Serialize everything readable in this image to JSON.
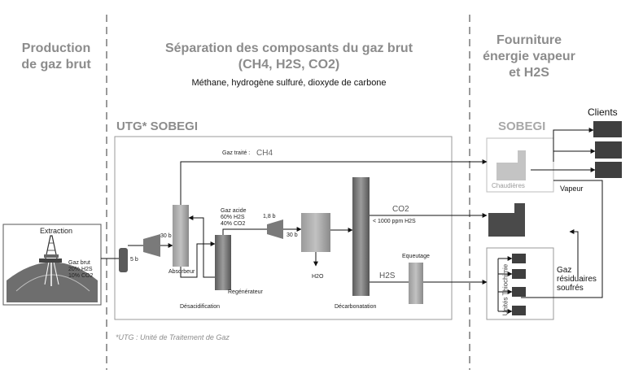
{
  "sections": {
    "production": [
      "Production",
      "de gaz brut"
    ],
    "separation": [
      "Séparation des composants du gaz brut",
      "(CH4, H2S, CO2)"
    ],
    "separation_desc": "Méthane, hydrogène sulfuré, dioxyde de carbone",
    "fourniture": [
      "Fourniture",
      "énergie vapeur",
      "et H2S"
    ]
  },
  "utg_title": "UTG* SOBEGI",
  "sobegi_title": "SOBEGI",
  "footnote": "*UTG : Unité de Traitement de Gaz",
  "labels": {
    "extraction": "Extraction",
    "gaz_brut": [
      "Gaz brut",
      "20% H2S",
      "10% CO2"
    ],
    "pressure_5b": "5 b",
    "pressure_30b_a": "30 b",
    "absorbeur": "Absorbeur",
    "gaz_traite": "Gaz traité :",
    "ch4": "CH4",
    "gaz_acide": [
      "Gaz acide",
      "60% H2S",
      "40% CO2"
    ],
    "regenerateur": "Regénérateur",
    "desacidification": "Désacidification",
    "pressure_1_8b": "1,8 b",
    "pressure_30b_b": "30 b",
    "h2o": "H2O",
    "decarbonatation": "Décarbonatation",
    "co2": "CO2",
    "co2_ppm": "< 1000 ppm H2S",
    "h2s": "H2S",
    "equeutage": "Equeutage",
    "chaudieres": "Chaudières",
    "clients": "Clients",
    "vapeur": "Vapeur",
    "unites_thiochimie": "Unités Thiochimie",
    "gaz_residuaires": [
      "Gaz",
      "résiduaires",
      "soufrés"
    ]
  },
  "colors": {
    "header_grey": "#8c8c8c",
    "equipment_grey": "#8f8f8f",
    "equipment_dark": "#444444",
    "chaudiere_light": "#bdbdbd"
  }
}
